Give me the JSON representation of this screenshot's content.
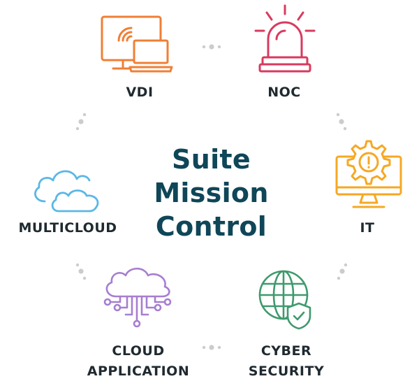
{
  "center": {
    "line1": "Suite",
    "line2": "Mission",
    "line3": "Control"
  },
  "nodes": {
    "vdi": {
      "label": "VDI",
      "icon": "remote-desktop-icon",
      "color": "#f07f35"
    },
    "noc": {
      "label": "NOC",
      "icon": "alarm-siren-icon",
      "color": "#d93a5e"
    },
    "it": {
      "label": "IT",
      "icon": "monitor-gear-alert-icon",
      "color": "#f6a823"
    },
    "cyber_security": {
      "label_line1": "CYBER",
      "label_line2": "SECURITY",
      "icon": "globe-shield-icon",
      "color": "#3f9a6e"
    },
    "cloud_application": {
      "label_line1": "CLOUD",
      "label_line2": "APPLICATION",
      "icon": "cloud-circuit-icon",
      "color": "#a77ed0"
    },
    "multicloud": {
      "label": "MULTICLOUD",
      "icon": "clouds-icon",
      "color": "#5bb7e6"
    }
  },
  "connector_color": "#cccccc"
}
